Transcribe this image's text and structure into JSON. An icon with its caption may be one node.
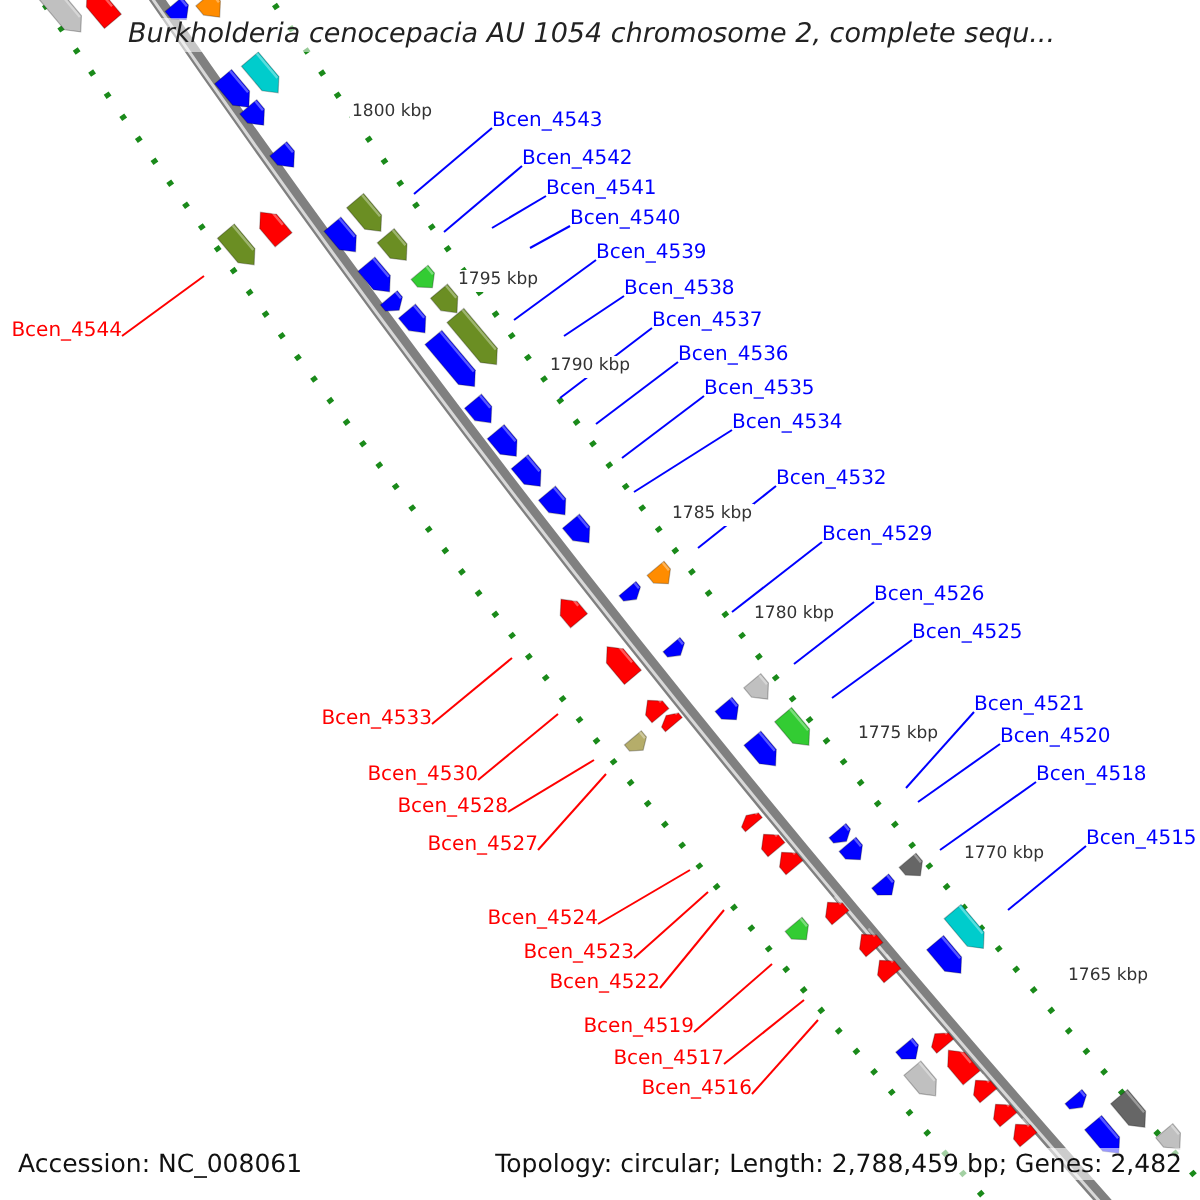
{
  "diagram": {
    "title": "Burkholderia cenocepacia AU 1054 chromosome 2, complete sequ...",
    "nodes": [
      {
        "text": [
          "Bcen_4543"
        ]
      },
      {
        "text": [
          "Bcen_4542"
        ]
      },
      {
        "text": [
          "Bcen_4541"
        ]
      },
      {
        "text": [
          "Bcen_4540"
        ]
      },
      {
        "text": [
          "Bcen_4539"
        ]
      },
      {
        "text": [
          "Bcen_4538"
        ]
      },
      {
        "text": [
          "Bcen_4537"
        ]
      },
      {
        "text": [
          "Bcen_4544"
        ]
      },
      {
        "text": [
          "Bcen_4536"
        ]
      },
      {
        "text": [
          "Bcen_4535"
        ]
      },
      {
        "text": [
          "Bcen_4534"
        ]
      },
      {
        "text": [
          "Bcen_4532"
        ]
      },
      {
        "text": [
          "Bcen_4529"
        ]
      },
      {
        "text": [
          "Bcen_4526"
        ]
      },
      {
        "text": [
          "Bcen_4525"
        ]
      },
      {
        "text": [
          "Bcen_4521"
        ]
      },
      {
        "text": [
          "Bcen_4533"
        ]
      },
      {
        "text": [
          "Bcen_4520"
        ]
      },
      {
        "text": [
          "Bcen_4518"
        ]
      },
      {
        "text": [
          "Bcen_4530"
        ]
      },
      {
        "text": [
          "Bcen_4528"
        ]
      },
      {
        "text": [
          "Bcen_4515"
        ]
      },
      {
        "text": [
          "Bcen_4527"
        ]
      },
      {
        "text": [
          "Bcen_4524"
        ]
      },
      {
        "text": [
          "Bcen_4523"
        ]
      },
      {
        "text": [
          "Bcen_4522"
        ]
      },
      {
        "text": [
          "Bcen_4519"
        ]
      },
      {
        "text": [
          "Bcen_4517"
        ]
      },
      {
        "text": [
          "Bcen_4516"
        ]
      }
    ],
    "edges": [
      {
        "from": 0,
        "to": null,
        "arrow": "none"
      },
      {
        "from": 1,
        "to": null,
        "arrow": "none"
      },
      {
        "from": 2,
        "to": null,
        "arrow": "none"
      },
      {
        "from": 3,
        "to": null,
        "arrow": "none"
      },
      {
        "from": 4,
        "to": null,
        "arrow": "none"
      },
      {
        "from": 5,
        "to": null,
        "arrow": "none"
      },
      {
        "from": 6,
        "to": null,
        "arrow": "none"
      },
      {
        "from": 7,
        "to": null,
        "arrow": "none",
        "color": "#ff0000"
      },
      {
        "from": 8,
        "to": null,
        "arrow": "none"
      },
      {
        "from": 9,
        "to": null,
        "arrow": "none"
      },
      {
        "from": 10,
        "to": null,
        "arrow": "none"
      },
      {
        "from": 11,
        "to": null,
        "arrow": "none"
      },
      {
        "from": 12,
        "to": null,
        "arrow": "none"
      },
      {
        "from": 13,
        "to": null,
        "arrow": "none"
      },
      {
        "from": 14,
        "to": null,
        "arrow": "none"
      },
      {
        "from": 15,
        "to": null,
        "arrow": "none"
      },
      {
        "from": 16,
        "to": null,
        "arrow": "none",
        "color": "#ff0000"
      },
      {
        "from": 17,
        "to": null,
        "arrow": "none"
      },
      {
        "from": 18,
        "to": null,
        "arrow": "none"
      },
      {
        "from": 19,
        "to": null,
        "arrow": "none",
        "color": "#ff0000"
      },
      {
        "from": 20,
        "to": null,
        "arrow": "none",
        "color": "#ff0000"
      },
      {
        "from": 21,
        "to": null,
        "arrow": "none"
      },
      {
        "from": 22,
        "to": null,
        "arrow": "none",
        "color": "#ff0000"
      },
      {
        "from": 23,
        "to": null,
        "arrow": "none",
        "color": "#ff0000"
      },
      {
        "from": 24,
        "to": null,
        "arrow": "none",
        "color": "#ff0000"
      },
      {
        "from": 25,
        "to": null,
        "arrow": "none",
        "color": "#ff0000"
      },
      {
        "from": 26,
        "to": null,
        "arrow": "none",
        "color": "#ff0000"
      },
      {
        "from": 27,
        "to": null,
        "arrow": "none",
        "color": "#ff0000"
      },
      {
        "from": 28,
        "to": null,
        "arrow": "none",
        "color": "#ff0000"
      }
    ],
    "labels": [
      "1800 kbp",
      "1795 kbp",
      "1790 kbp",
      "1785 kbp",
      "1780 kbp",
      "1775 kbp",
      "1770 kbp",
      "1765 kbp",
      "Accession: NC_008061",
      "Topology: circular; Length: 2,788,459 bp; Genes: 2,482"
    ]
  }
}
